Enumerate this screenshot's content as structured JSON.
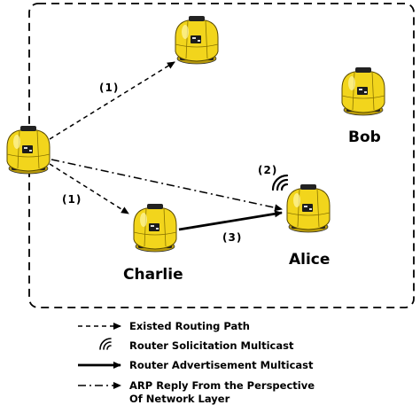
{
  "nodes": {
    "charlie": "Charlie",
    "alice": "Alice",
    "bob": "Bob"
  },
  "steps": {
    "step1_top": "(1)",
    "step1_bottom": "(1)",
    "step2": "(2)",
    "step3": "(3)"
  },
  "legend": {
    "existed_routing_path": "Existed Routing Path",
    "router_solicitation": "Router Solicitation Multicast",
    "router_advertisement": "Router Advertisement Multicast",
    "arp_reply_line1": "ARP Reply From the Perspective",
    "arp_reply_line2": "Of Network Layer"
  },
  "colors": {
    "router_body": "#f2d51c",
    "router_shadow": "#b89a0a",
    "line": "#000000"
  }
}
